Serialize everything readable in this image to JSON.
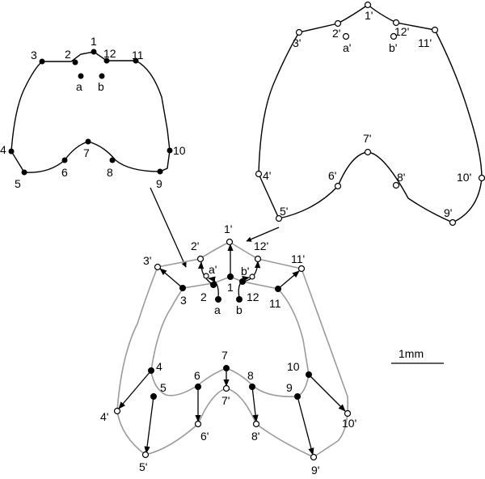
{
  "shape_a": {
    "labels": {
      "p1": "1",
      "p2": "2",
      "p3": "3",
      "p4": "4",
      "p5": "5",
      "p6": "6",
      "p7": "7",
      "p8": "8",
      "p9": "9",
      "p10": "10",
      "p11": "11",
      "p12": "12",
      "a": "a",
      "b": "b"
    }
  },
  "shape_b": {
    "labels": {
      "p1": "1'",
      "p2": "2'",
      "p3": "3'",
      "p4": "4'",
      "p5": "5'",
      "p6": "6'",
      "p7": "7'",
      "p8": "8'",
      "p9": "9'",
      "p10": "10'",
      "p11": "11'",
      "p12": "12'",
      "a": "a'",
      "b": "b'"
    }
  },
  "overlay": {
    "labels_black": {
      "p1": "1",
      "p2": "2",
      "p3": "3",
      "p4": "4",
      "p5": "5",
      "p6": "6",
      "p7": "7",
      "p8": "8",
      "p9": "9",
      "p10": "10",
      "p11": "11",
      "p12": "12",
      "a": "a",
      "b": "b"
    },
    "labels_open": {
      "p1": "1'",
      "p2": "2'",
      "p3": "3'",
      "p4": "4'",
      "p5": "5'",
      "p6": "6'",
      "p7": "7'",
      "p8": "8'",
      "p9": "9'",
      "p10": "10'",
      "p11": "11'",
      "p12": "12'",
      "a": "a'",
      "b": "b'"
    }
  },
  "scale_bar": {
    "label": "1mm"
  },
  "colors": {
    "ink": "#000000",
    "gray_outline": "#9a9a9a",
    "background": "#ffffff"
  }
}
